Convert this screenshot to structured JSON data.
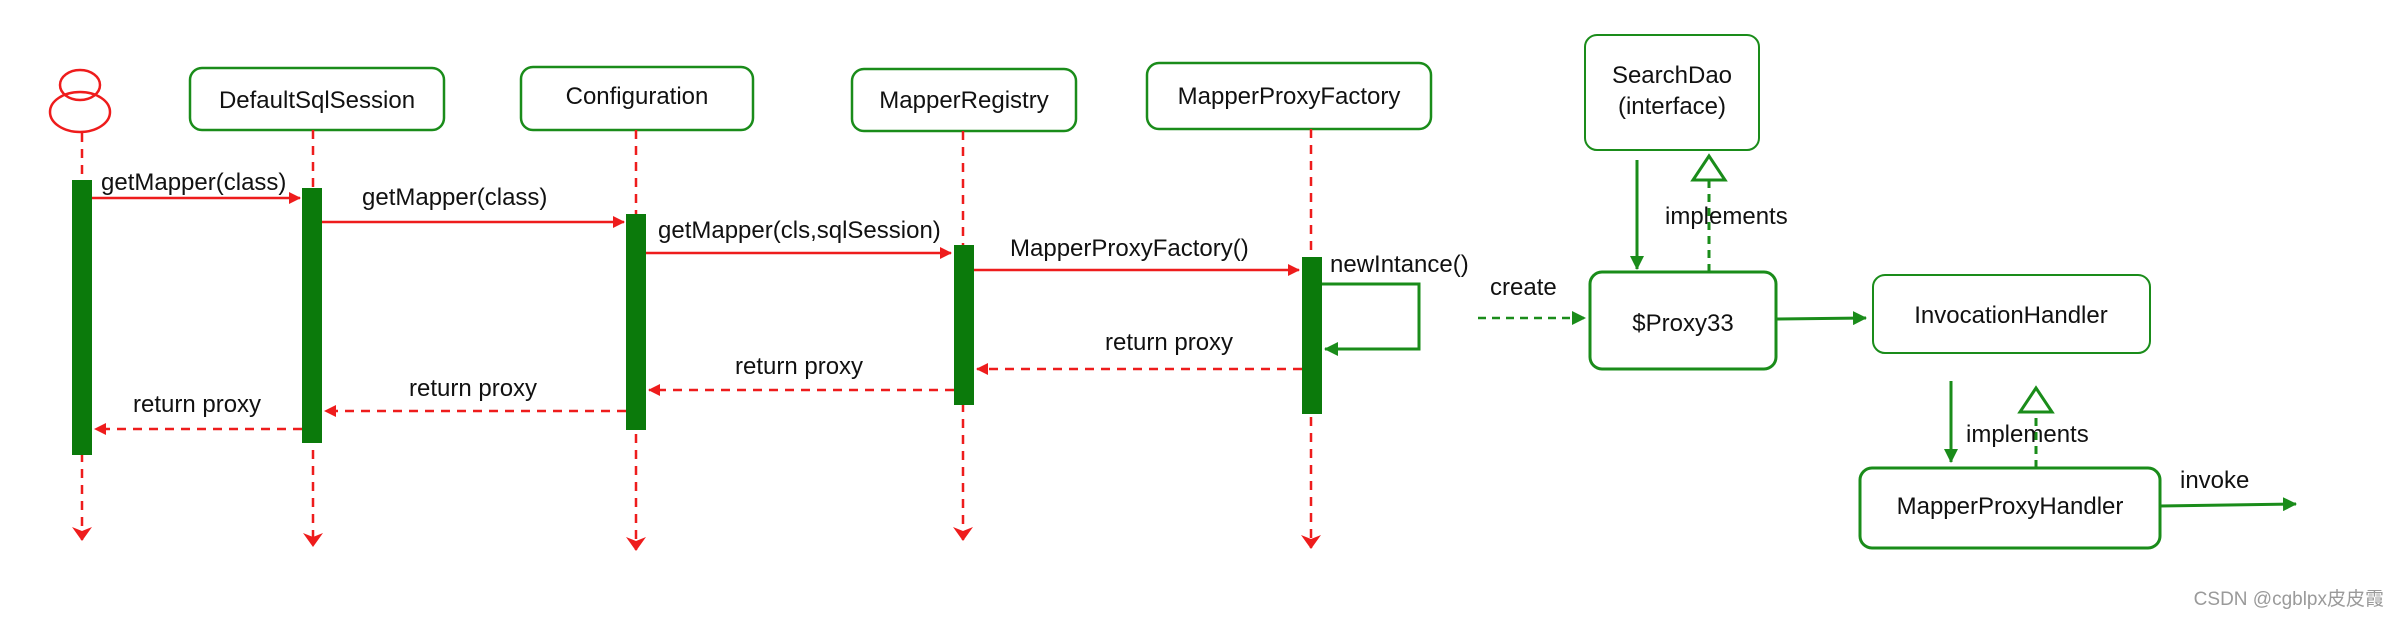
{
  "colors": {
    "call": "#ee1c1c",
    "return": "#ee1c1c",
    "activation": "#0b7a0b",
    "box_border": "#1a8c1a",
    "class_arrow": "#1a8c1a",
    "background": "#ffffff"
  },
  "actor": {
    "icon": "actor-stick-icon"
  },
  "participants": [
    {
      "id": "p1",
      "label": "DefaultSqlSession"
    },
    {
      "id": "p2",
      "label": "Configuration"
    },
    {
      "id": "p3",
      "label": "MapperRegistry"
    },
    {
      "id": "p4",
      "label": "MapperProxyFactory"
    }
  ],
  "messages": [
    {
      "id": "m1",
      "from": "actor",
      "to": "p1",
      "kind": "call",
      "label": "getMapper(class)"
    },
    {
      "id": "m2",
      "from": "p1",
      "to": "p2",
      "kind": "call",
      "label": "getMapper(class)"
    },
    {
      "id": "m3",
      "from": "p2",
      "to": "p3",
      "kind": "call",
      "label": "getMapper(cls,sqlSession)"
    },
    {
      "id": "m4",
      "from": "p3",
      "to": "p4",
      "kind": "call",
      "label": "MapperProxyFactory()"
    },
    {
      "id": "m5",
      "from": "p4",
      "to": "p4",
      "kind": "self",
      "label": "newIntance()"
    },
    {
      "id": "m6",
      "from": "p4",
      "to": "p3",
      "kind": "return",
      "label": "return proxy"
    },
    {
      "id": "m7",
      "from": "p3",
      "to": "p2",
      "kind": "return",
      "label": "return proxy"
    },
    {
      "id": "m8",
      "from": "p2",
      "to": "p1",
      "kind": "return",
      "label": "return proxy"
    },
    {
      "id": "m9",
      "from": "p1",
      "to": "actor",
      "kind": "return",
      "label": "return proxy"
    }
  ],
  "class_diagram": {
    "boxes": [
      {
        "id": "searchdao",
        "lines": [
          "SearchDao",
          "(interface)"
        ]
      },
      {
        "id": "proxy33",
        "lines": [
          "$Proxy33"
        ]
      },
      {
        "id": "invocationhandler",
        "lines": [
          "InvocationHandler"
        ]
      },
      {
        "id": "mapperproxyhandler",
        "lines": [
          "MapperProxyHandler"
        ]
      }
    ],
    "labels": {
      "create": "create",
      "implements_top": "implements",
      "implements_bottom": "implements",
      "invoke": "invoke"
    }
  },
  "watermark": "CSDN @cgblpx皮皮霞"
}
